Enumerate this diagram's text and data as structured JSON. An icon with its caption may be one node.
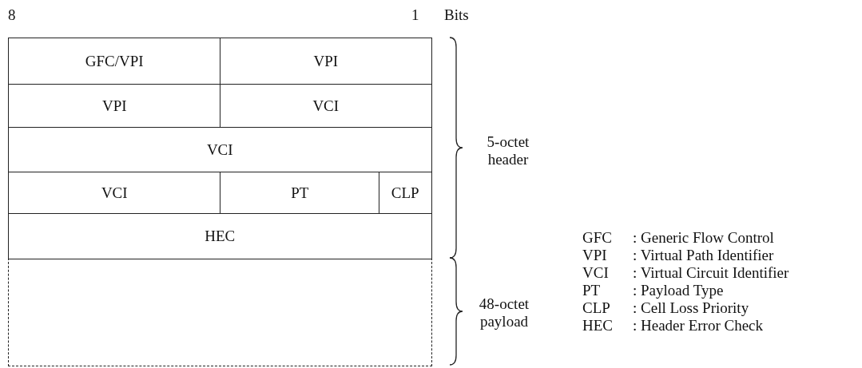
{
  "diagram": {
    "nodes": [
      {
        "text": [
          "GFC/VPI"
        ]
      },
      {
        "text": [
          "VPI"
        ]
      },
      {
        "text": [
          "VPI"
        ]
      },
      {
        "text": [
          "VCI"
        ]
      },
      {
        "text": [
          "VCI"
        ]
      },
      {
        "text": [
          "VCI"
        ]
      },
      {
        "text": [
          "PT"
        ]
      },
      {
        "text": [
          "CLP"
        ]
      },
      {
        "text": [
          "HEC"
        ]
      },
      {
        "text": [],
        "shape": "box"
      }
    ],
    "labels": [
      "8",
      "1",
      "Bits",
      "5-octet header",
      "48-octet payload",
      "GFC",
      ": Generic Flow Control",
      "VPI",
      ": Virtual Path Identifier",
      "VCI",
      ": Virtual Circuit Identifier",
      "PT",
      ": Payload Type",
      "CLP",
      ": Cell Loss Priority",
      "HEC",
      ": Header Error Check"
    ]
  }
}
